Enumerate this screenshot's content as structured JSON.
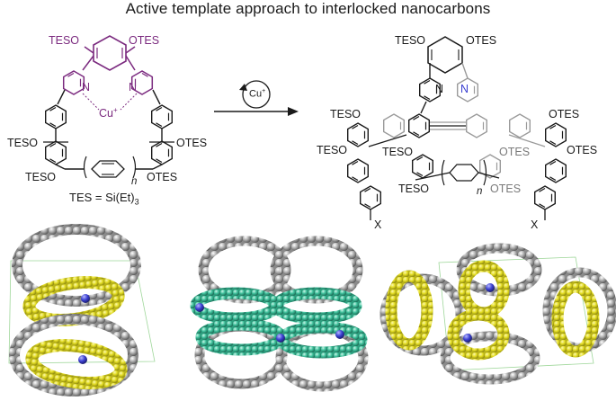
{
  "title": "Active template approach to interlocked nanocarbons",
  "left_scheme": {
    "top_left_group": "TESO",
    "top_right_group": "OTES",
    "ring_atom_left": "N",
    "ring_atom_right": "N",
    "metal": "Cu",
    "metal_charge": "+",
    "mid_left_group": "TESO",
    "mid_right_group": "OTES",
    "bottom_left_group": "TESO",
    "bottom_right_group": "OTES",
    "repeat_index": "n",
    "definition": "TES = Si(Et)",
    "definition_subscript": "3"
  },
  "arrow": {
    "reagent": "Cu",
    "reagent_charge": "+"
  },
  "right_scheme": {
    "top_left_group": "TESO",
    "top_right_group": "OTES",
    "ring_atom_left": "N",
    "ring_atom_right": "N",
    "left_groups": [
      "TESO",
      "TESO",
      "TESO"
    ],
    "right_groups": [
      "OTES",
      "OTES",
      "OTES"
    ],
    "bottom_left_group": "TESO",
    "bottom_right_group": "OTES",
    "repeat_index": "n",
    "substituent_left": "X",
    "substituent_right": "X"
  },
  "colors": {
    "template": "#7b2a7f",
    "nitrogen": "#3a3fd0",
    "carbon_gray": "#a9a9a9",
    "yellow_ring": "#e2dc2a",
    "teal_ring": "#3dbf9a",
    "cell_edge": "#9fd79a"
  }
}
